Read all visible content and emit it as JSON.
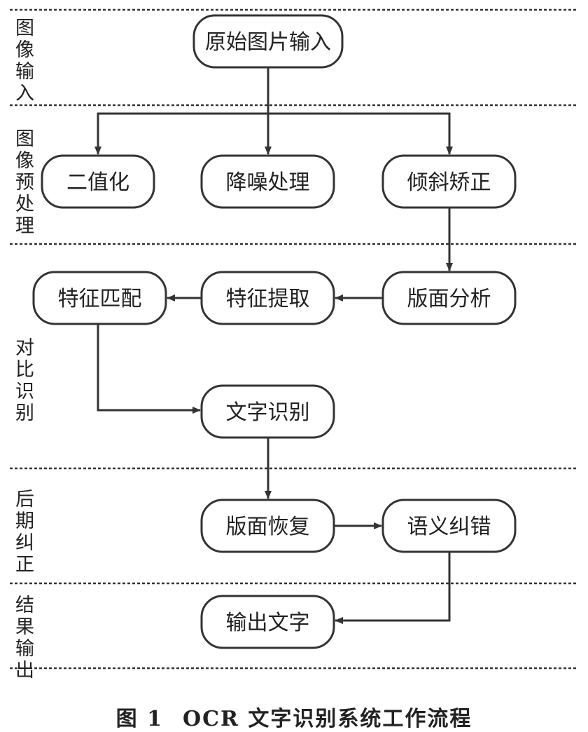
{
  "lanes": [
    {
      "id": "input",
      "label": "图像输入"
    },
    {
      "id": "preprocess",
      "label": "图像预处理"
    },
    {
      "id": "recognize",
      "label": "对比识别"
    },
    {
      "id": "correct",
      "label": "后期纠正"
    },
    {
      "id": "output",
      "label": "结果输出"
    }
  ],
  "nodes": [
    {
      "id": "raw-input",
      "label": "原始图片输入"
    },
    {
      "id": "binarize",
      "label": "二值化"
    },
    {
      "id": "denoise",
      "label": "降噪处理"
    },
    {
      "id": "deskew",
      "label": "倾斜矫正"
    },
    {
      "id": "layout-analysis",
      "label": "版面分析"
    },
    {
      "id": "feature-extract",
      "label": "特征提取"
    },
    {
      "id": "feature-match",
      "label": "特征匹配"
    },
    {
      "id": "text-recognize",
      "label": "文字识别"
    },
    {
      "id": "layout-restore",
      "label": "版面恢复"
    },
    {
      "id": "semantic-correct",
      "label": "语义纠错"
    },
    {
      "id": "output-text",
      "label": "输出文字"
    }
  ],
  "edges": [
    {
      "from": "raw-input",
      "to": "binarize"
    },
    {
      "from": "raw-input",
      "to": "denoise"
    },
    {
      "from": "raw-input",
      "to": "deskew"
    },
    {
      "from": "deskew",
      "to": "layout-analysis"
    },
    {
      "from": "layout-analysis",
      "to": "feature-extract"
    },
    {
      "from": "feature-extract",
      "to": "feature-match"
    },
    {
      "from": "feature-match",
      "to": "text-recognize"
    },
    {
      "from": "text-recognize",
      "to": "layout-restore"
    },
    {
      "from": "layout-restore",
      "to": "semantic-correct"
    },
    {
      "from": "semantic-correct",
      "to": "output-text"
    }
  ],
  "caption": {
    "number": "图 1",
    "title": "OCR 文字识别系统工作流程"
  }
}
